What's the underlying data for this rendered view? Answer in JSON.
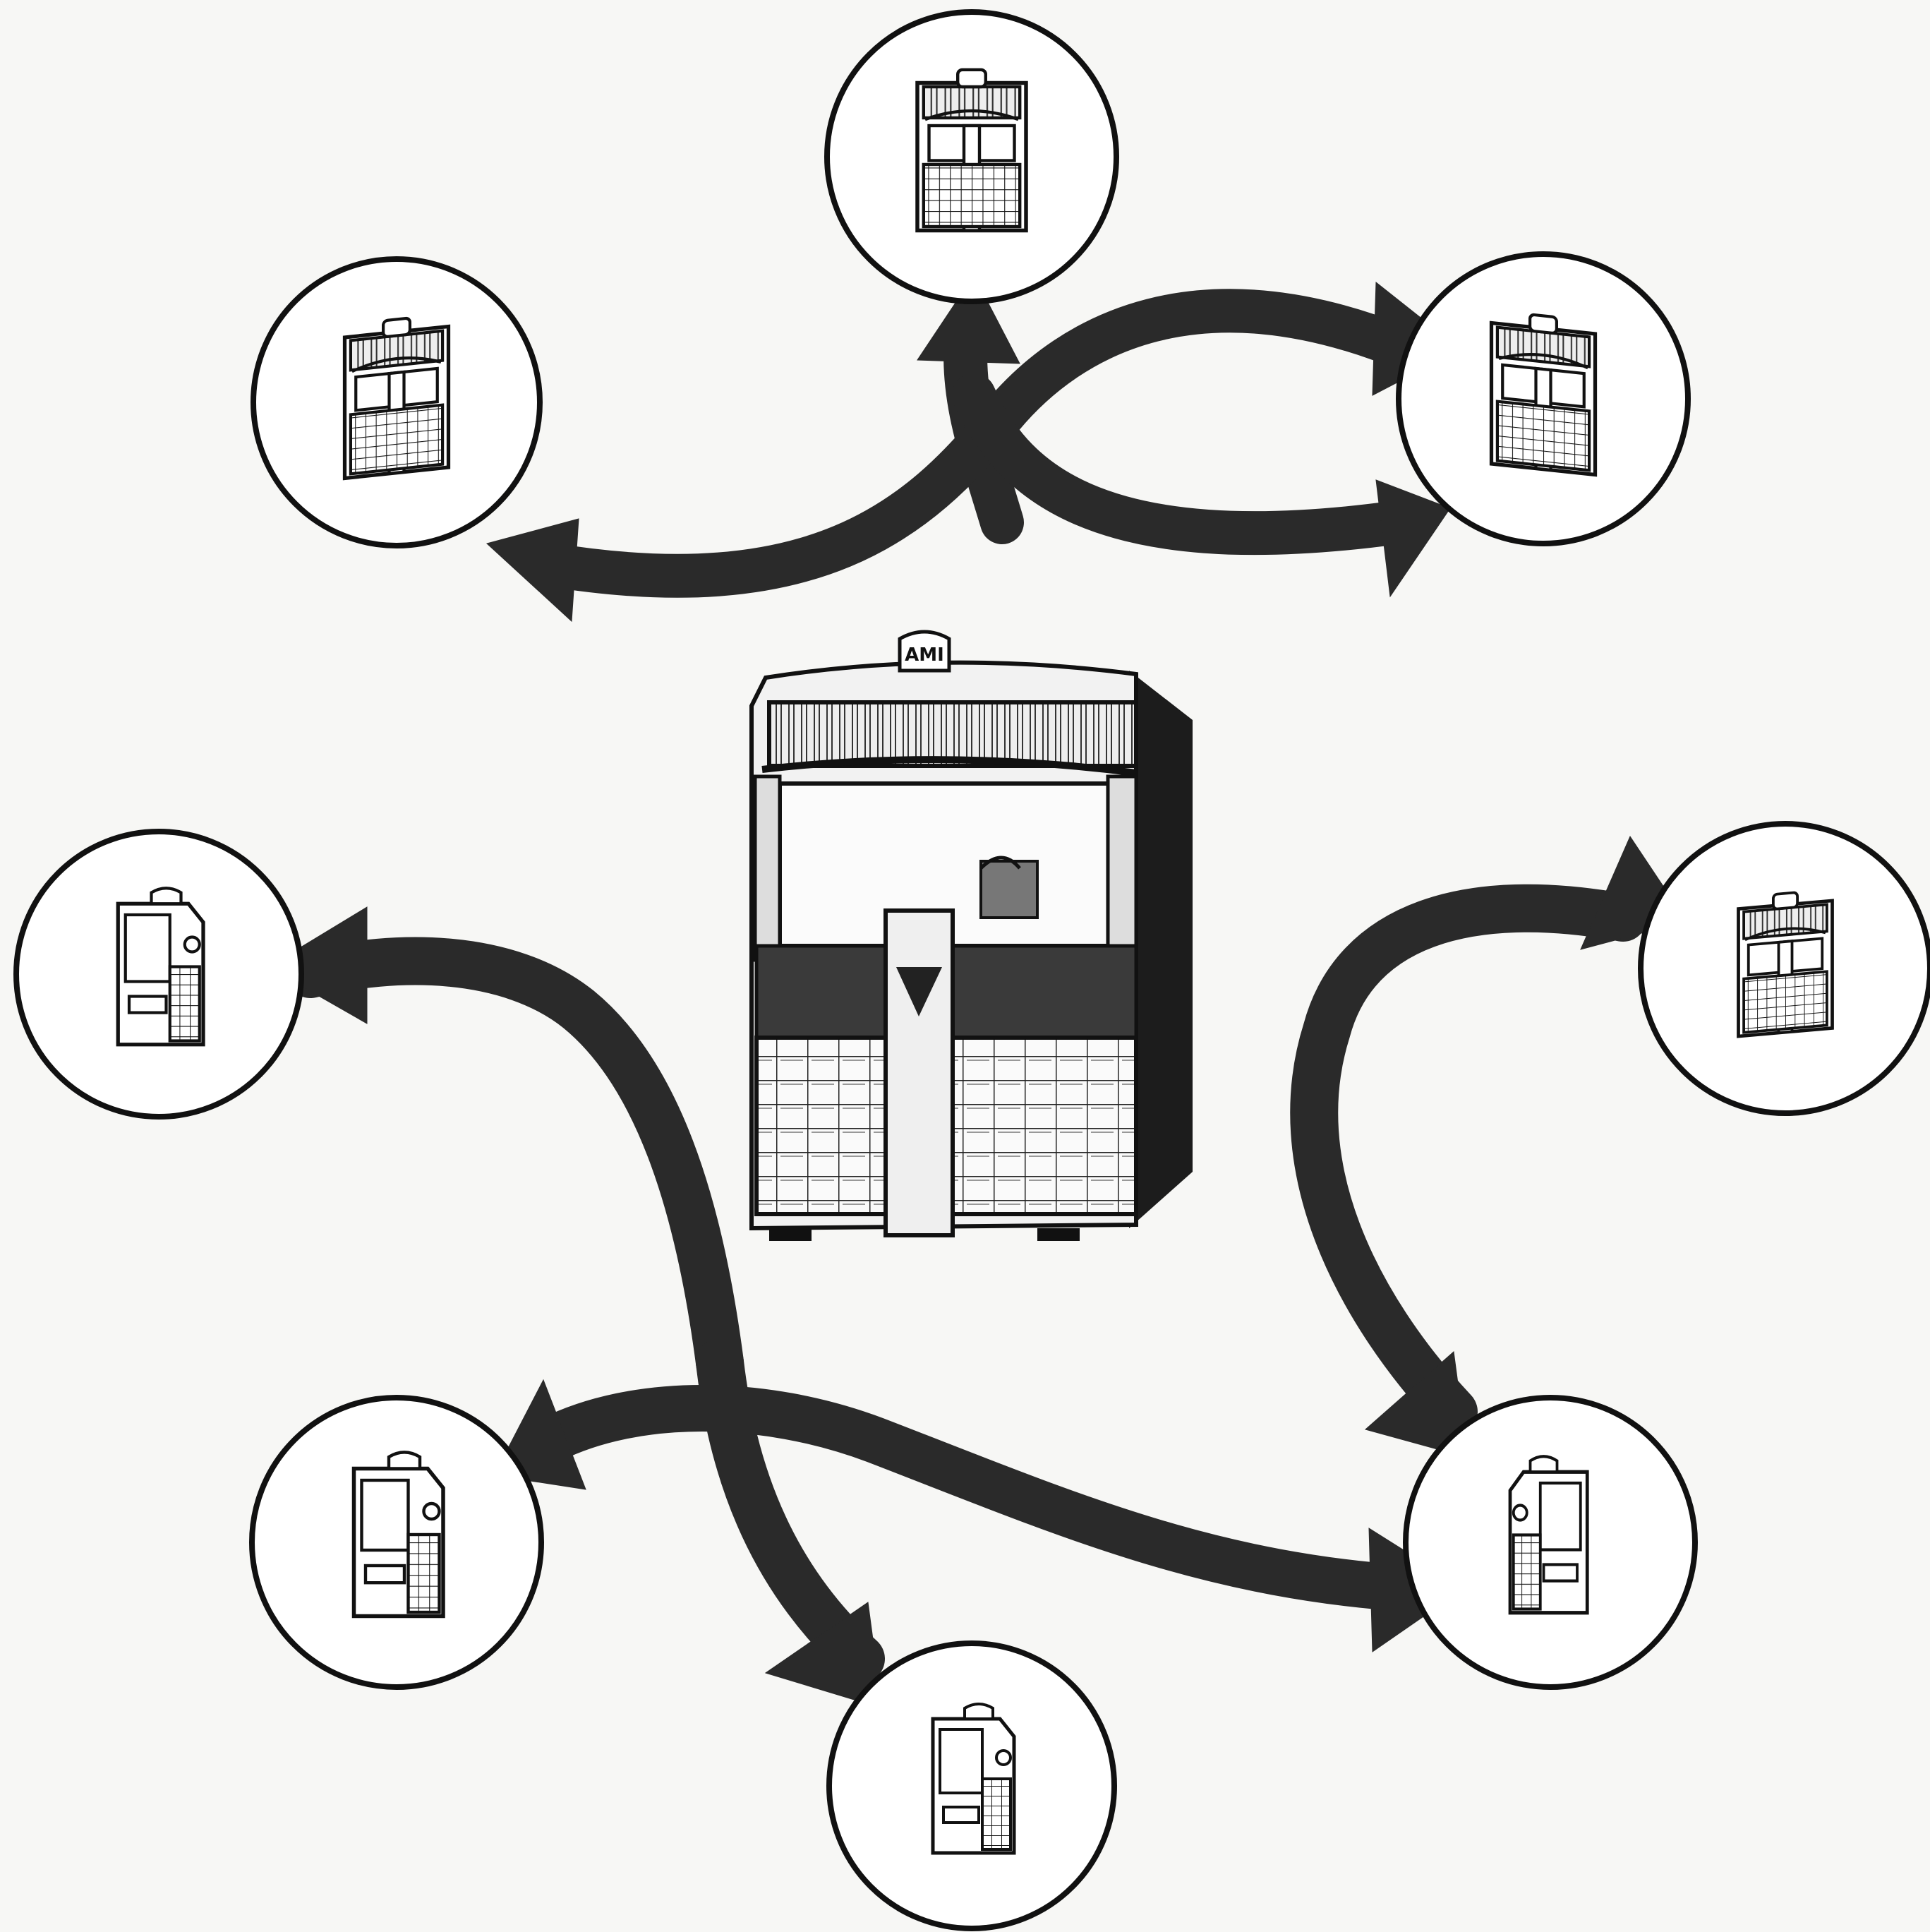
{
  "diagram": {
    "central_unit": {
      "name": "jukebox-main",
      "logo_text": "AMI"
    },
    "views": [
      {
        "name": "view-top-front"
      },
      {
        "name": "view-upper-left"
      },
      {
        "name": "view-upper-right"
      },
      {
        "name": "view-left-side"
      },
      {
        "name": "view-right-side"
      },
      {
        "name": "view-lower-left-rear"
      },
      {
        "name": "view-lower-right-profile"
      },
      {
        "name": "view-bottom-rear"
      }
    ],
    "colors": {
      "background": "#f7f7f5",
      "ink": "#111111",
      "arrow": "#2a2a2a"
    }
  }
}
